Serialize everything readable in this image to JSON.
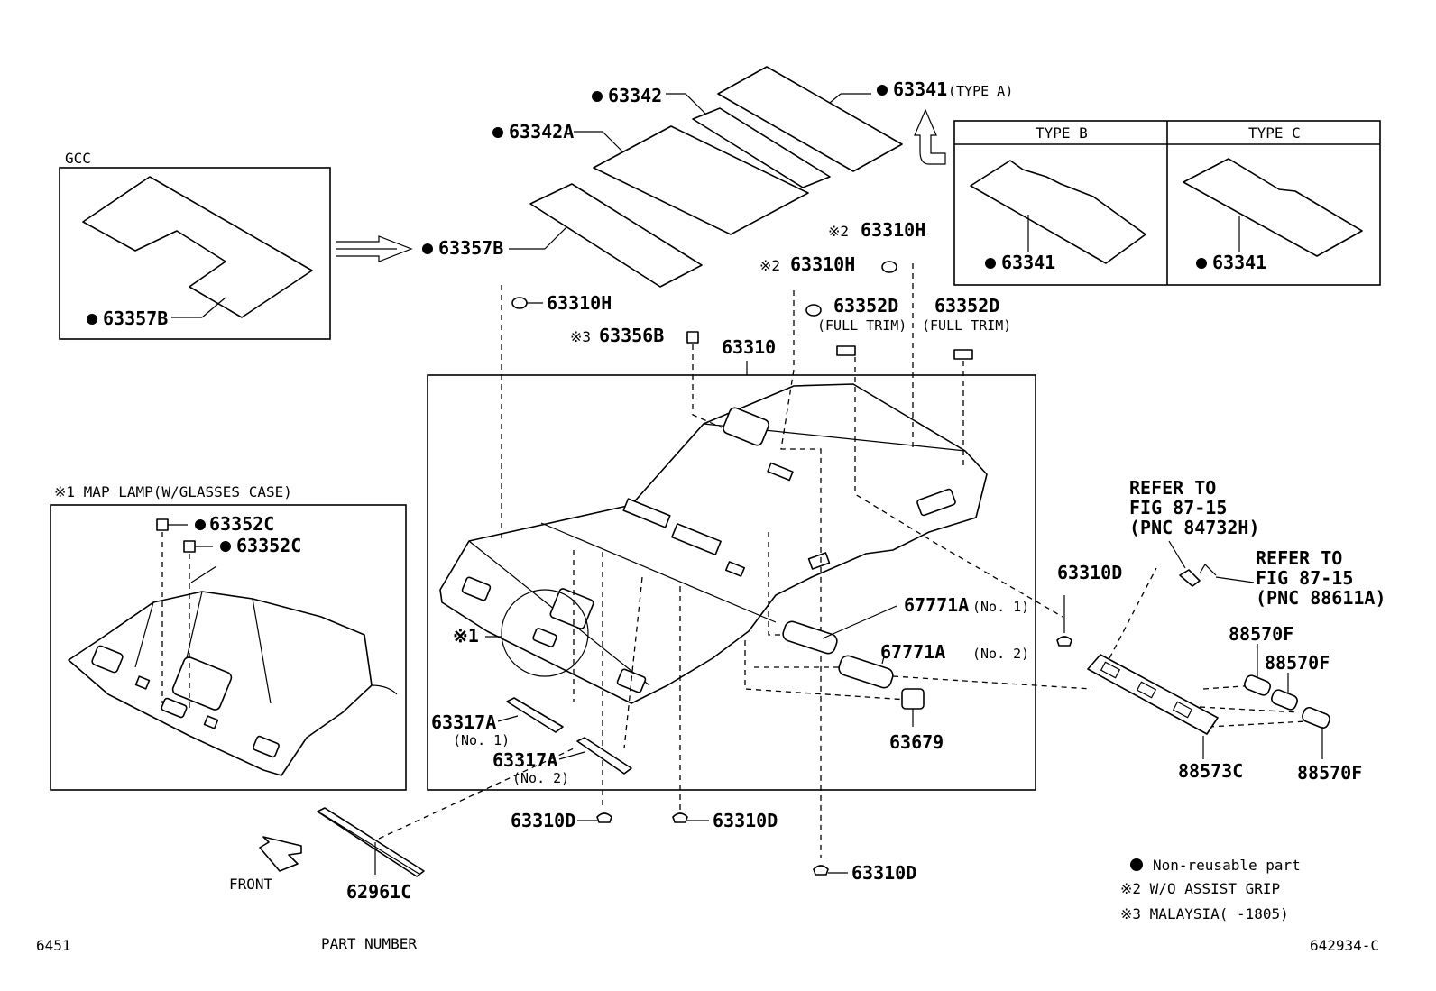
{
  "labels": {
    "p63341_typeA": "63341",
    "typeA": "(TYPE A)",
    "p63342": "63342",
    "p63342A": "63342A",
    "gcc": "GCC",
    "p63357B_gcc": "63357B",
    "p63357B": "63357B",
    "typeB": "TYPE B",
    "typeC": "TYPE C",
    "p63341_b": "63341",
    "p63341_c": "63341",
    "mark2a": "※2",
    "p63310H_a": "63310H",
    "mark2b": "※2",
    "p63310H_b": "63310H",
    "p63310H_c": "63310H",
    "p63352D_a": "63352D",
    "fulltrim_a": "(FULL TRIM)",
    "p63352D_b": "63352D",
    "fulltrim_b": "(FULL TRIM)",
    "mark3": "※3",
    "p63356B": "63356B",
    "p63310": "63310",
    "maplamp": "※1 MAP LAMP(W/GLASSES CASE)",
    "p63352C_a": "63352C",
    "p63352C_b": "63352C",
    "mark1": "※1",
    "refer1_l1": "REFER TO",
    "refer1_l2": "FIG 87-15",
    "refer1_l3": "(PNC 84732H)",
    "refer2_l1": "REFER TO",
    "refer2_l2": "FIG 87-15",
    "refer2_l3": "(PNC 88611A)",
    "p63310D_r": "63310D",
    "p67771A_1": "67771A",
    "no1_a": "(No. 1)",
    "p67771A_2": "67771A",
    "no2_a": "(No. 2)",
    "p88570F_a": "88570F",
    "p88570F_b": "88570F",
    "p88570F_c": "88570F",
    "p88573C": "88573C",
    "p63317A_1": "63317A",
    "no1_b": "(No. 1)",
    "p63317A_2": "63317A",
    "no2_b": "(No. 2)",
    "p63679": "63679",
    "p63310D_a": "63310D",
    "p63310D_b": "63310D",
    "p63310D_c": "63310D",
    "front": "FRONT",
    "p62961C": "62961C",
    "legend_nonreusable": "Non-reusable part",
    "legend_2": "※2 W/O ASSIST GRIP",
    "legend_3": "※3 MALAYSIA(     -1805)",
    "footer_left": "6451",
    "footer_mid": "PART NUMBER",
    "footer_right": "642934-C"
  }
}
